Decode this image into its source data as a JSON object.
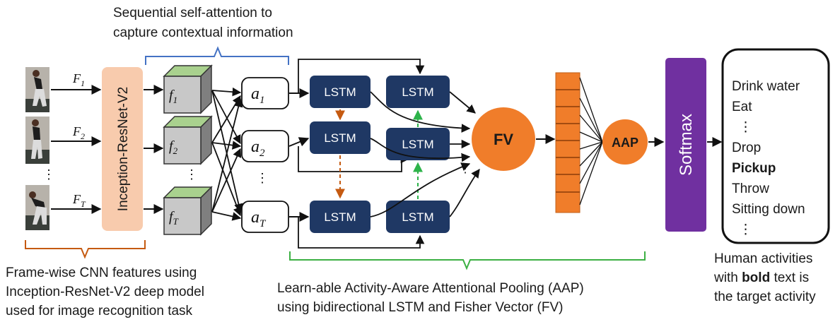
{
  "captions": {
    "top": [
      "Sequential self-attention to",
      "capture contextual information"
    ],
    "bottom_left": [
      "Frame-wise CNN features using",
      "Inception-ResNet-V2 deep model",
      "used for image recognition task"
    ],
    "bottom_mid": [
      "Learn-able Activity-Aware Attentional Pooling (AAP)",
      "using bidirectional LSTM and Fisher Vector (FV)"
    ],
    "bottom_right": {
      "line1": "Human activities",
      "line2_pre": "with ",
      "line2_bold": "bold",
      "line2_post": " text is",
      "line3": "the target activity"
    }
  },
  "frames": {
    "labels": [
      {
        "base": "F",
        "sub": "1"
      },
      {
        "base": "F",
        "sub": "2"
      },
      {
        "base": "F",
        "sub": "T"
      }
    ],
    "ellipsis": "⋮"
  },
  "cnn": {
    "label": "Inception-ResNet-V2"
  },
  "features": {
    "labels": [
      {
        "base": "f",
        "sub": "1"
      },
      {
        "base": "f",
        "sub": "2"
      },
      {
        "base": "f",
        "sub": "T"
      }
    ],
    "ellipsis": "⋮"
  },
  "attention": {
    "labels": [
      {
        "base": "a",
        "sub": "1"
      },
      {
        "base": "a",
        "sub": "2"
      },
      {
        "base": "a",
        "sub": "T"
      }
    ],
    "ellipsis": "⋮"
  },
  "lstm": {
    "label": "LSTM",
    "forward_count": 3,
    "backward_count": 3,
    "ellipsis": "⋮"
  },
  "fv": {
    "label": "FV"
  },
  "aap": {
    "label": "AAP"
  },
  "softmax": {
    "label": "Softmax"
  },
  "activities": {
    "items": [
      {
        "text": "Drink water",
        "bold": false
      },
      {
        "text": "Eat",
        "bold": false
      },
      {
        "text": "⋮",
        "bold": false
      },
      {
        "text": "Drop",
        "bold": false
      },
      {
        "text": "Pickup",
        "bold": true
      },
      {
        "text": "Throw",
        "bold": false
      },
      {
        "text": "Sitting down",
        "bold": false
      },
      {
        "text": "⋮",
        "bold": false
      }
    ]
  },
  "colors": {
    "lstm": "#1f3864",
    "fv": "#f07d2a",
    "fv_bar": "#f07d2a",
    "softmax": "#7030a0",
    "cnn": "#f8cbad",
    "cube_front": "#c8c8c8",
    "cube_top": "#a9d18e",
    "brace_blue": "#4472c4",
    "brace_orange": "#c55a11",
    "brace_green": "#3cb043",
    "dash_orange": "#c55a11",
    "dash_green": "#2db34a"
  }
}
